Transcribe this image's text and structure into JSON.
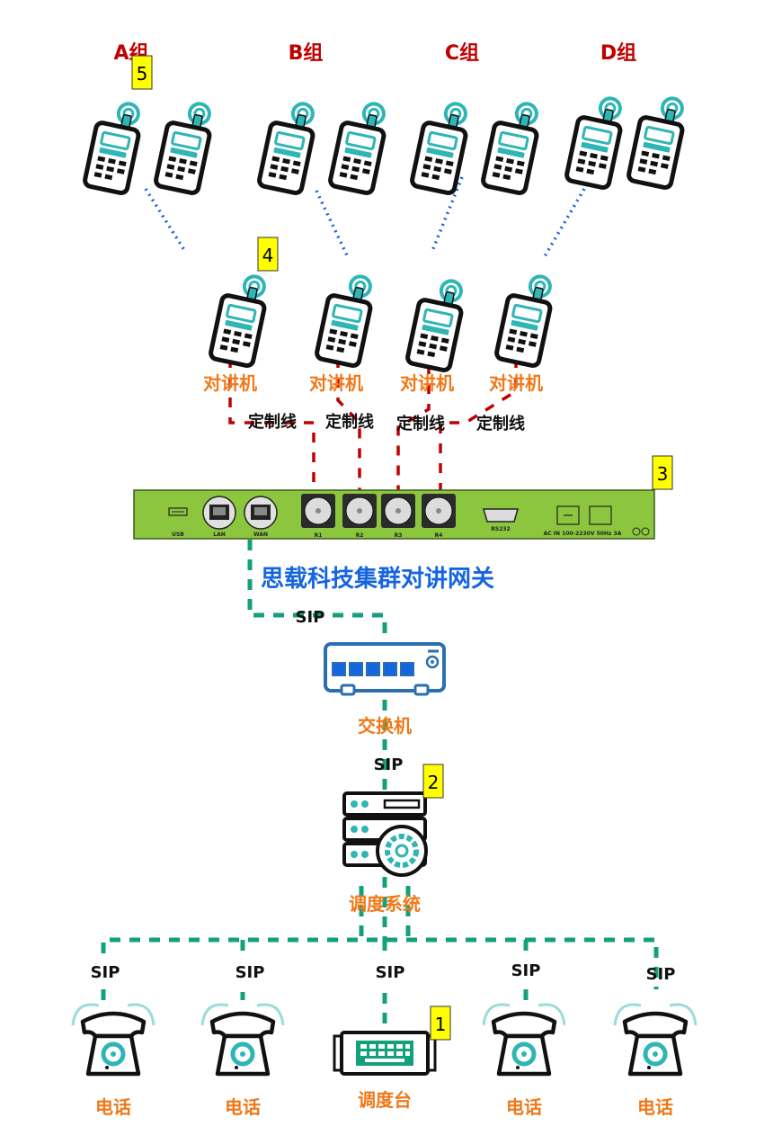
{
  "groups": [
    "A组",
    "B组",
    "C组",
    "D组"
  ],
  "labels": {
    "walkie_talkie": "对讲机",
    "custom_cable": "定制线",
    "gateway": "思载科技集群对讲网关",
    "switch": "交换机",
    "dispatch_system": "调度系统",
    "phone": "电话",
    "console": "调度台",
    "sip": "SIP"
  },
  "badges": [
    "1",
    "2",
    "3",
    "4",
    "5"
  ],
  "gateway_panel": {
    "ports": [
      "USB",
      "LAN",
      "WAN",
      "R1",
      "R2",
      "R3",
      "R4",
      "RS232"
    ],
    "power": "AC IN 100-2230V 50Hz 3A"
  },
  "colors": {
    "group_text": "#c00000",
    "device_text": "#f07818",
    "gateway_title": "#1565e0",
    "radio_link": "#1565e0",
    "custom_cable_line": "#c00000",
    "sip_line": "#13a07c",
    "gateway_panel": "#8cc63f",
    "device_icon": "#2a6fb0",
    "icon_accent": "#2fb5b5"
  }
}
